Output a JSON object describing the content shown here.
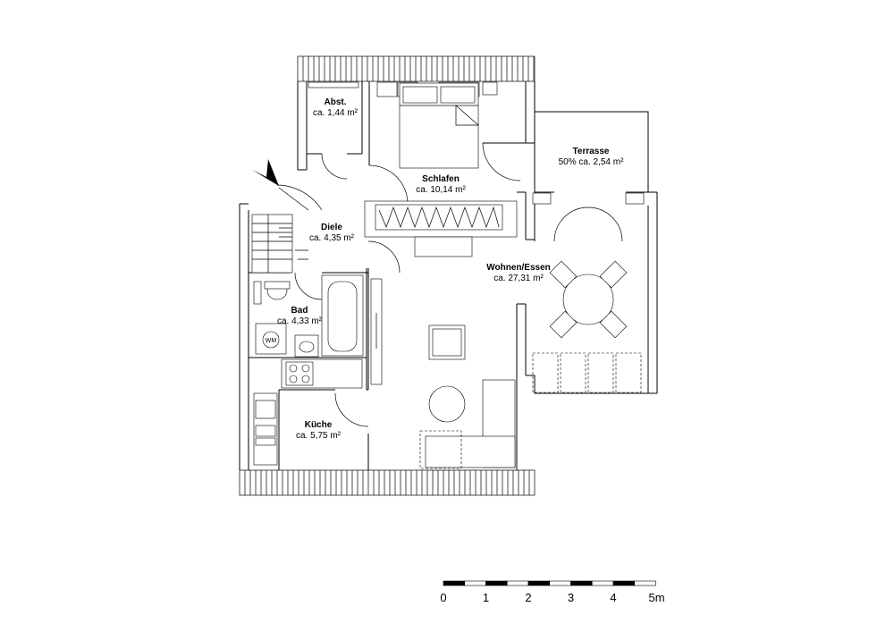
{
  "rooms": {
    "abst": {
      "name": "Abst.",
      "area": "ca. 1,44 m²"
    },
    "schlafen": {
      "name": "Schlafen",
      "area": "ca. 10,14 m²"
    },
    "terrasse": {
      "name": "Terrasse",
      "area": "50% ca. 2,54 m²"
    },
    "diele": {
      "name": "Diele",
      "area": "ca. 4,35 m²"
    },
    "wohnen": {
      "name": "Wohnen/Essen",
      "area": "ca. 27,31 m²"
    },
    "bad": {
      "name": "Bad",
      "area": "ca. 4,33 m²"
    },
    "kueche": {
      "name": "Küche",
      "area": "ca. 5,75 m²"
    }
  },
  "fixtures": {
    "washer_label": "WM"
  },
  "scale_bar": {
    "labels": [
      "0",
      "1",
      "2",
      "3",
      "4",
      "5m"
    ]
  },
  "colors": {
    "line": "#000000",
    "background": "#ffffff"
  }
}
